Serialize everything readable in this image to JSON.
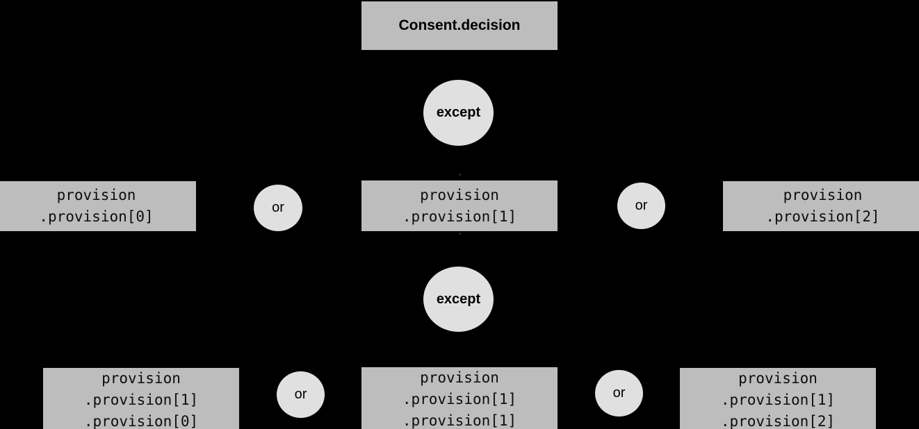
{
  "diagram": {
    "background_color": "#000000",
    "node_rect_color": "#bdbdbd",
    "node_ellipse_color": "#e0e0e0",
    "text_color": "#000000",
    "title": "Consent.decision",
    "rows": {
      "row1": {
        "title_node": "Consent.decision"
      },
      "row2": {
        "operator": "except"
      },
      "row3": {
        "left_box": "provision\n.provision[0]",
        "left_operator": "or",
        "center_box": "provision\n.provision[1]",
        "right_operator": "or",
        "right_box": "provision\n.provision[2]"
      },
      "row4": {
        "operator": "except"
      },
      "row5": {
        "left_box": "provision\n.provision[1]\n.provision[0]",
        "left_operator": "or",
        "center_box": "provision\n.provision[1]\n.provision[1]",
        "right_operator": "or",
        "right_box": "provision\n.provision[1]\n.provision[2]"
      }
    }
  }
}
